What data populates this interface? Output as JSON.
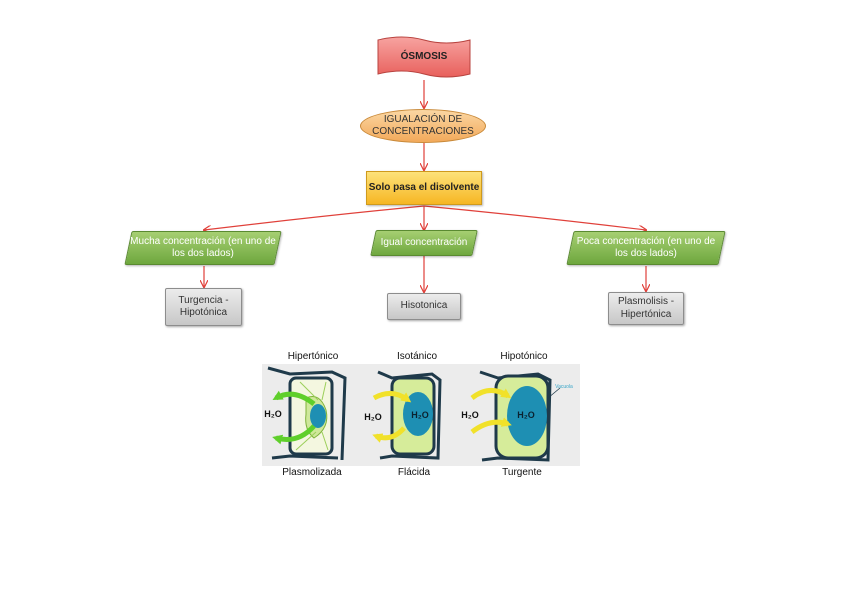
{
  "colors": {
    "connector": "#e0403a",
    "banner": "#f2807e",
    "oval": "#f5b36b",
    "yellow": "#f8c93c",
    "green": "#8bbe55",
    "grey": "#d6d6d6"
  },
  "nodes": {
    "root": "ÓSMOSIS",
    "level1": "IGUALACIÓN DE CONCENTRACIONES",
    "level2": "Solo pasa el disolvente",
    "branches": [
      {
        "condition": "Mucha concentración (en uno de los dos lados)",
        "result": "Turgencia - Hipotónica"
      },
      {
        "condition": "Igual concentración",
        "result": "Hisotonica"
      },
      {
        "condition": "Poca concentración (en uno de los dos lados)",
        "result": "Plasmolisis - Hipertónica"
      }
    ]
  },
  "figure": {
    "cells": [
      {
        "top": "Hipertónico",
        "bottom": "Plasmolizada",
        "h2o": "H₂O",
        "inner": ""
      },
      {
        "top": "Isotánico",
        "bottom": "Flácida",
        "h2o": "H₂O",
        "inner": "H₂O"
      },
      {
        "top": "Hipotónico",
        "bottom": "Turgente",
        "h2o": "H₂O",
        "inner": "H₂O",
        "note": "Vacuola"
      }
    ]
  }
}
